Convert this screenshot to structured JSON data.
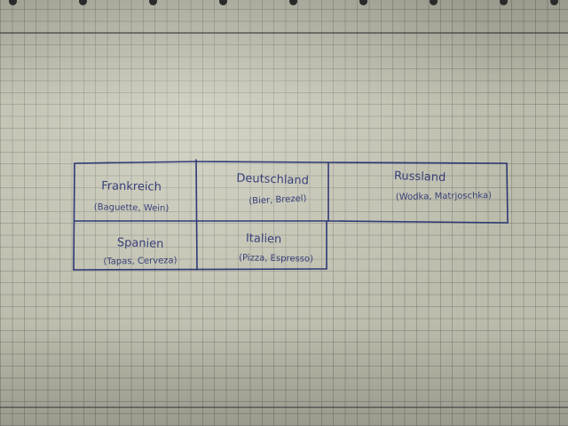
{
  "colors": {
    "paper": "#bcbcac",
    "grid": "#5a5a5a",
    "ink": "#1f2a6e"
  },
  "table": {
    "cells": [
      {
        "title": "Frankreich",
        "subtitle": "(Baguette, Wein)"
      },
      {
        "title": "Deutschland",
        "subtitle": "(Bier, Brezel)"
      },
      {
        "title": "Russland",
        "subtitle": "(Wodka, Matrjoschka)"
      },
      {
        "title": "Spanien",
        "subtitle": "(Tapas, Cerveza)"
      },
      {
        "title": "Italien",
        "subtitle": "(Pizza, Espresso)"
      }
    ]
  }
}
